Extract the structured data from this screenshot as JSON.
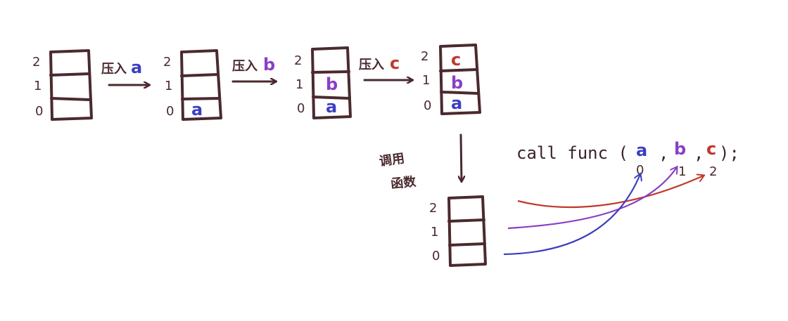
{
  "colors": {
    "ink": "#4a2a2e",
    "a": "#3b3fbf",
    "b": "#8a3fc6",
    "c": "#c0392b"
  },
  "stacks": [
    {
      "indices": [
        "2",
        "1",
        "0"
      ],
      "cells": [
        "",
        "",
        ""
      ]
    },
    {
      "indices": [
        "2",
        "1",
        "0"
      ],
      "cells": [
        "",
        "",
        "a"
      ]
    },
    {
      "indices": [
        "2",
        "1",
        "0"
      ],
      "cells": [
        "",
        "b",
        "a"
      ]
    },
    {
      "indices": [
        "2",
        "1",
        "0"
      ],
      "cells": [
        "c",
        "b",
        "a"
      ]
    },
    {
      "indices": [
        "2",
        "1",
        "0"
      ],
      "cells": [
        "",
        "",
        ""
      ]
    }
  ],
  "push_steps": [
    {
      "verb": "压入",
      "letter": "a"
    },
    {
      "verb": "压入",
      "letter": "b"
    },
    {
      "verb": "压入",
      "letter": "c"
    }
  ],
  "call_label": [
    "调用",
    "函数"
  ],
  "call": {
    "prefix": "call  func (",
    "args": [
      "a",
      "b",
      "c"
    ],
    "sep": ",",
    "suffix": ");",
    "positions": [
      "0",
      "1",
      "2"
    ]
  }
}
